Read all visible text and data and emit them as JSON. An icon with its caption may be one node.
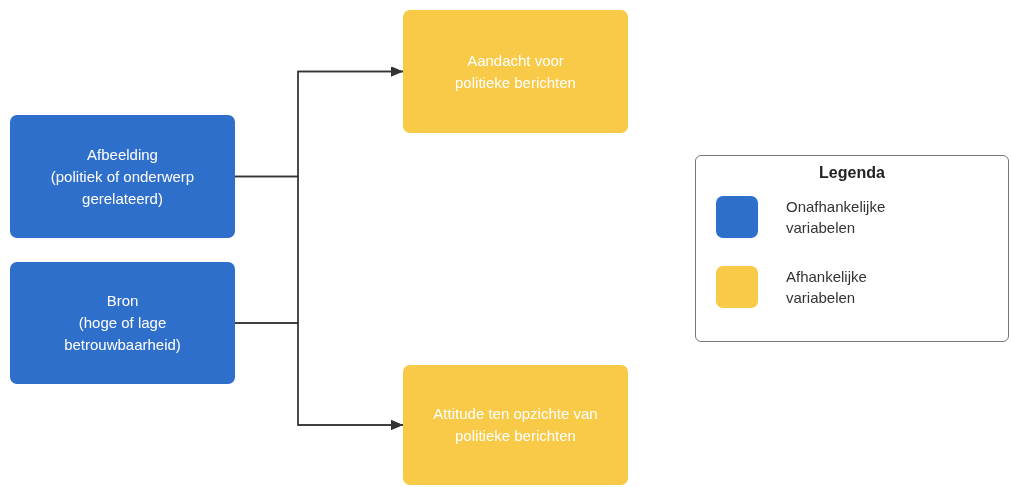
{
  "diagram": {
    "nodes": [
      {
        "text": [
          "Afbeelding",
          "(politiek of onderwerp gerelateerd)"
        ]
      },
      {
        "text": [
          "Bron",
          "(hoge of lage betrouwbaarheid)"
        ]
      },
      {
        "text": [
          "Aandacht voor politieke berichten"
        ]
      },
      {
        "text": [
          "Attitude ten opzichte van politieke berichten"
        ]
      }
    ],
    "edges": [
      {
        "from": 0,
        "to": 2,
        "arrow": "to"
      },
      {
        "from": 0,
        "to": 3,
        "arrow": "to"
      },
      {
        "from": 1,
        "to": 2,
        "arrow": "to"
      },
      {
        "from": 1,
        "to": 3,
        "arrow": "to"
      }
    ],
    "labels": [
      "Legenda"
    ],
    "legend": [
      {
        "text": "Onafhankelijke variabelen",
        "color": "#2f6fcc"
      },
      {
        "text": "Afhankelijke variabelen",
        "color": "#f8ca48"
      }
    ]
  }
}
